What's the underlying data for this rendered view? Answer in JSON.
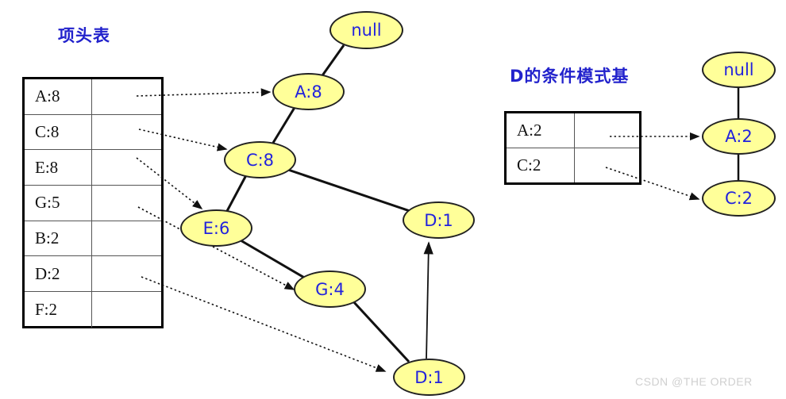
{
  "left_panel": {
    "title": "项头表",
    "header_table": {
      "rows": [
        {
          "label": "A:8"
        },
        {
          "label": "C:8"
        },
        {
          "label": "E:8"
        },
        {
          "label": "G:5"
        },
        {
          "label": "B:2"
        },
        {
          "label": "D:2"
        },
        {
          "label": "F:2"
        }
      ]
    },
    "tree_nodes": [
      {
        "id": "null-root",
        "label": "null"
      },
      {
        "id": "a8",
        "label": "A:8"
      },
      {
        "id": "c8",
        "label": "C:8"
      },
      {
        "id": "e6",
        "label": "E:6"
      },
      {
        "id": "g4",
        "label": "G:4"
      },
      {
        "id": "d1-upper",
        "label": "D:1"
      },
      {
        "id": "d1-lower",
        "label": "D:1"
      }
    ]
  },
  "right_panel": {
    "title": "D的条件模式基",
    "header_table": {
      "rows": [
        {
          "label": "A:2"
        },
        {
          "label": "C:2"
        }
      ]
    },
    "tree_nodes": [
      {
        "id": "null-root-right",
        "label": "null"
      },
      {
        "id": "a2",
        "label": "A:2"
      },
      {
        "id": "c2",
        "label": "C:2"
      }
    ]
  },
  "watermark": {
    "text": "CSDN @THE ORDER"
  },
  "colors": {
    "node_fill": "#ffff99",
    "node_stroke": "#222222",
    "node_text": "#2222dd",
    "title_text": "#2222cc",
    "edge": "#111111",
    "watermark": "#d0d0d0"
  }
}
